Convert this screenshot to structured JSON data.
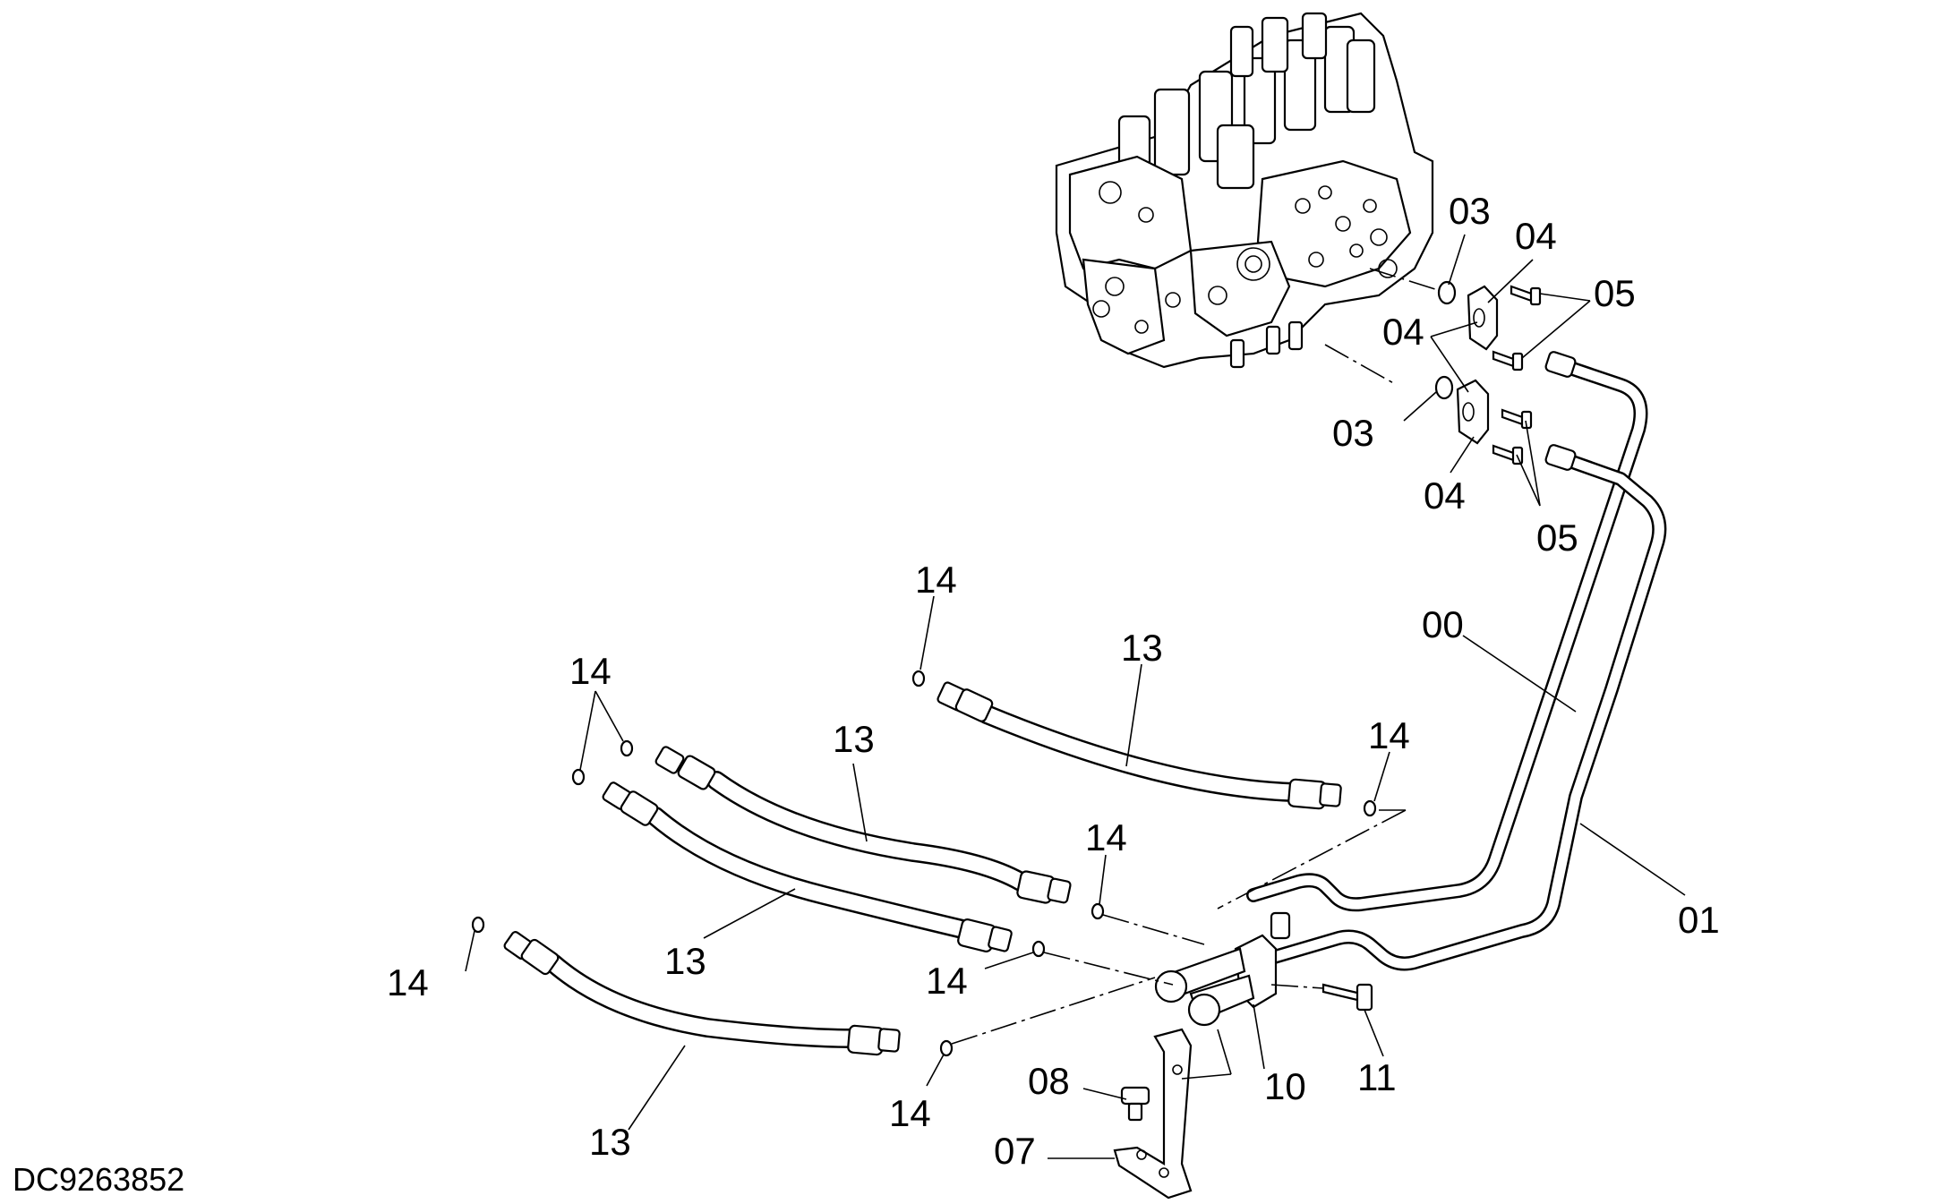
{
  "drawing_code": "DC9263852",
  "callouts": {
    "c00": "00",
    "c01": "01",
    "c03a": "03",
    "c03b": "03",
    "c04a": "04",
    "c04b": "04",
    "c04c": "04",
    "c05a": "05",
    "c05b": "05",
    "c07": "07",
    "c08": "08",
    "c10": "10",
    "c11": "11",
    "c13a": "13",
    "c13b": "13",
    "c13c": "13",
    "c13d": "13",
    "c14a": "14",
    "c14b": "14",
    "c14c": "14",
    "c14d": "14",
    "c14e": "14",
    "c14f": "14",
    "c14g": "14"
  }
}
